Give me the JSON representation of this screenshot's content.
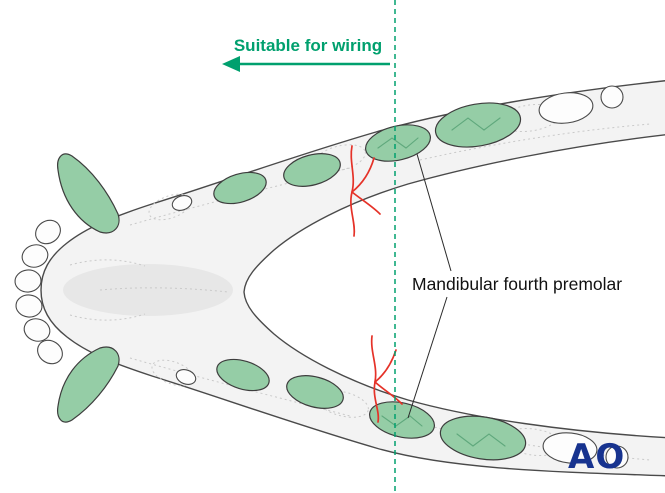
{
  "labels": {
    "wiring": "Suitable for wiring",
    "premolar": "Mandibular fourth premolar"
  },
  "logo": {
    "text": "AO"
  },
  "colors": {
    "accent_green": "#00a06e",
    "fracture_red": "#e53228",
    "tooth_green": "#95cda6",
    "bone_fill": "#f3f3f3",
    "outline_dark": "#4a4a4a",
    "logo_blue": "#17338f"
  }
}
